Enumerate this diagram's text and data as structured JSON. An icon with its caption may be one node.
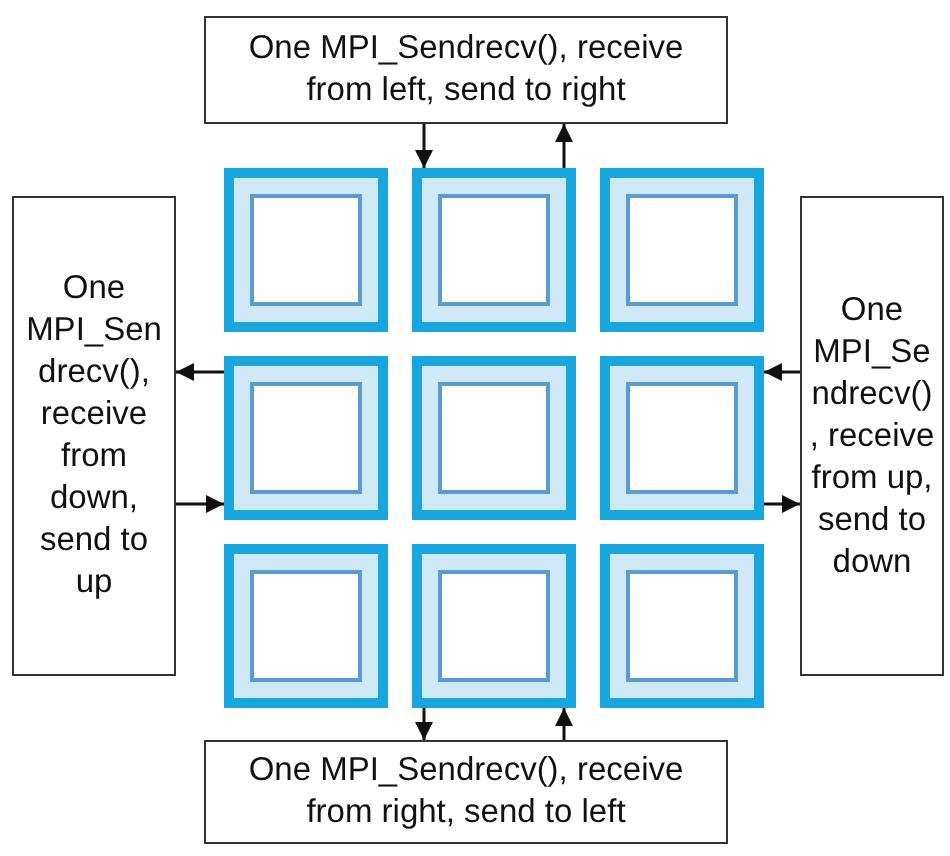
{
  "diagram": {
    "nodes": [
      {
        "text": [
          "One MPI_Sendrecv(), receive from left, send to right"
        ]
      },
      {
        "text": [
          "One MPI_Sendrecv(), receive from down, send to up"
        ]
      },
      {
        "text": [
          "One MPI_Sendrecv(), receive from up, send to down"
        ]
      },
      {
        "text": [
          "One MPI_Sendrecv(), receive from right, send to left"
        ]
      },
      {
        "text": [],
        "shape": "box"
      },
      {
        "text": [],
        "shape": "box"
      },
      {
        "text": [],
        "shape": "box"
      },
      {
        "text": [],
        "shape": "box"
      },
      {
        "text": [],
        "shape": "box"
      },
      {
        "text": [],
        "shape": "box"
      },
      {
        "text": [],
        "shape": "box"
      },
      {
        "text": [],
        "shape": "box"
      },
      {
        "text": [],
        "shape": "box"
      }
    ],
    "edges": [
      {
        "from": 0,
        "to": 5,
        "arrow": "to"
      },
      {
        "from": 5,
        "to": 0,
        "arrow": "to"
      },
      {
        "from": 7,
        "to": 1,
        "arrow": "to"
      },
      {
        "from": 1,
        "to": 7,
        "arrow": "to"
      },
      {
        "from": 2,
        "to": 9,
        "arrow": "to"
      },
      {
        "from": 9,
        "to": 2,
        "arrow": "to"
      },
      {
        "from": 11,
        "to": 3,
        "arrow": "to"
      },
      {
        "from": 3,
        "to": 11,
        "arrow": "to"
      }
    ]
  }
}
